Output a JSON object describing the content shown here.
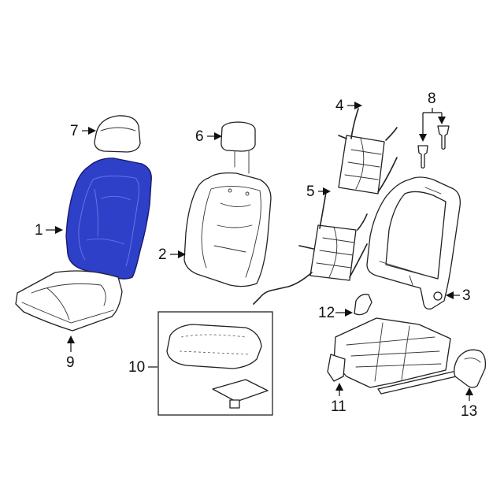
{
  "colors": {
    "highlight": "#2e3fc8",
    "highlight_detail": "#5f72e6",
    "line": "#222222",
    "background": "#ffffff"
  },
  "callouts": [
    {
      "id": "1",
      "label": "1",
      "part": "seat-back-cover"
    },
    {
      "id": "2",
      "label": "2",
      "part": "seat-back-pad"
    },
    {
      "id": "3",
      "label": "3",
      "part": "seat-back-frame"
    },
    {
      "id": "4",
      "label": "4",
      "part": "upper-support-mat"
    },
    {
      "id": "5",
      "label": "5",
      "part": "lower-support-mat"
    },
    {
      "id": "6",
      "label": "6",
      "part": "headrest"
    },
    {
      "id": "7",
      "label": "7",
      "part": "headrest-cover"
    },
    {
      "id": "8",
      "label": "8",
      "part": "headrest-guides"
    },
    {
      "id": "9",
      "label": "9",
      "part": "seat-cushion-cover"
    },
    {
      "id": "10",
      "label": "10",
      "part": "cushion-kit"
    },
    {
      "id": "11",
      "label": "11",
      "part": "seat-track"
    },
    {
      "id": "12",
      "label": "12",
      "part": "trim-cap"
    },
    {
      "id": "13",
      "label": "13",
      "part": "side-shield"
    }
  ]
}
